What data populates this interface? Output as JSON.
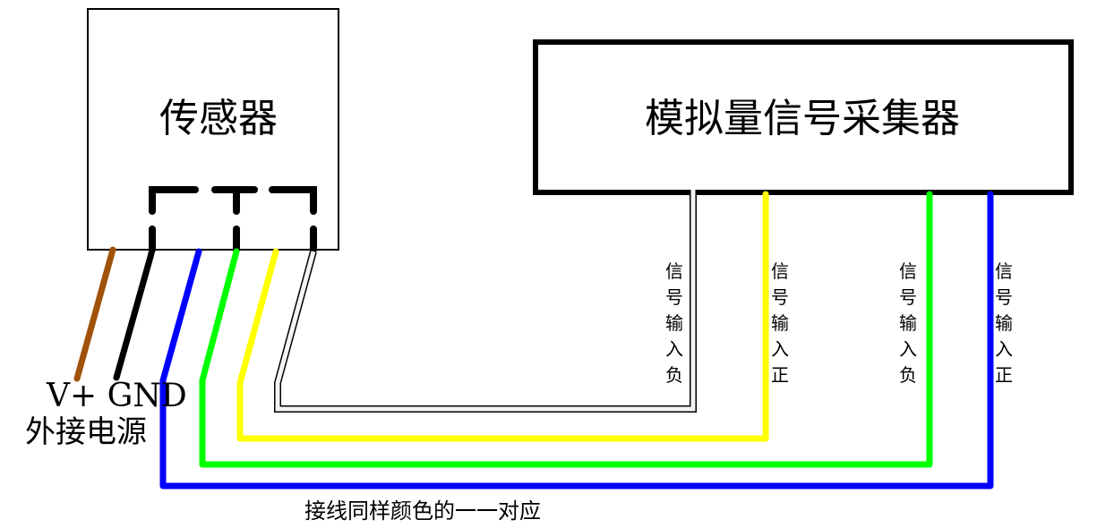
{
  "sensor": {
    "label": "传感器"
  },
  "collector": {
    "label": "模拟量信号采集器"
  },
  "power": {
    "vplus": "V+",
    "gnd": "GND",
    "label": "外接电源",
    "line1": "V+ GND"
  },
  "terminals": [
    {
      "label": "信号输入负",
      "wire_color": "#ffffff",
      "wire_name": "white"
    },
    {
      "label": "信号输入正",
      "wire_color": "#ffff00",
      "wire_name": "yellow"
    },
    {
      "label": "信号输入负",
      "wire_color": "#00ff00",
      "wire_name": "green"
    },
    {
      "label": "信号输入正",
      "wire_color": "#0000ff",
      "wire_name": "blue"
    }
  ],
  "wires": {
    "brown": "#a0520a",
    "black": "#000000",
    "blue": "#0000ff",
    "green": "#00ff00",
    "yellow": "#ffff00",
    "white": "#f4f4f4"
  },
  "footnote": "接线同样颜色的一一对应"
}
